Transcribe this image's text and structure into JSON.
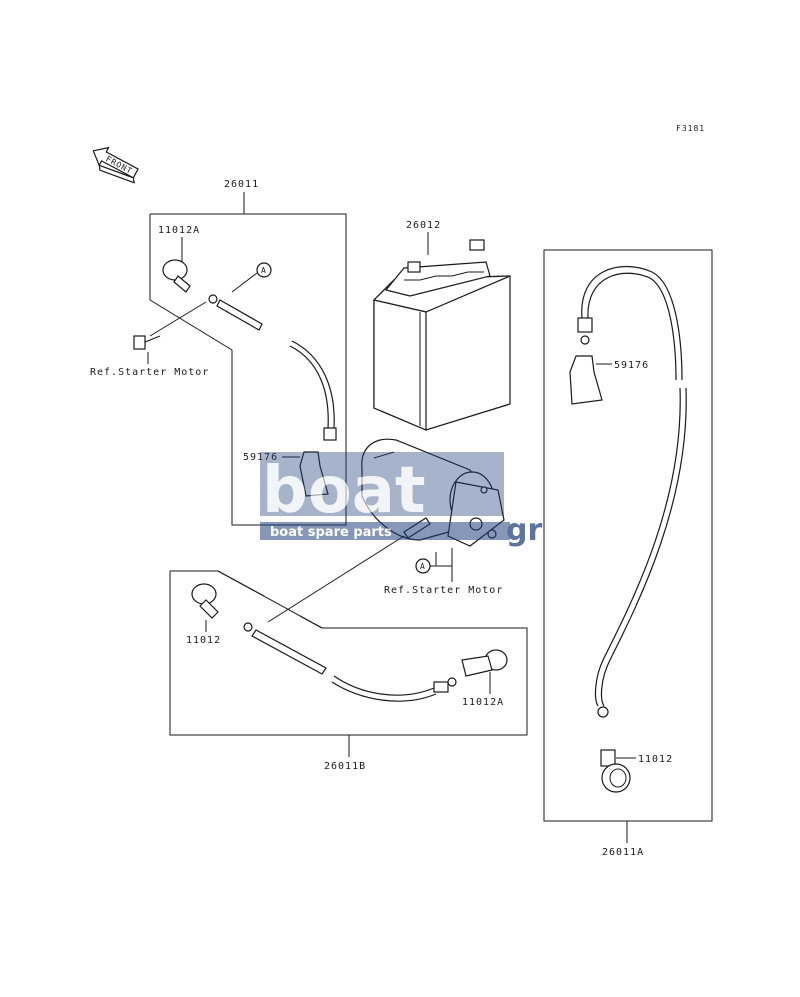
{
  "figure_code": "F3181",
  "front_label": "FRONT",
  "parts": {
    "harness_main": "26011",
    "harness_a": "26011A",
    "harness_b": "26011B",
    "battery": "26012",
    "terminal_11012": "11012",
    "terminal_11012a": "11012A",
    "boot_59176": "59176"
  },
  "refs": {
    "starter_motor": "Ref.Starter Motor",
    "callout_a": "A"
  },
  "watermark": {
    "brand": "boat",
    "brand_tail": "gr",
    "tagline": "boat spare parts",
    "color": "#1f3f7a"
  }
}
